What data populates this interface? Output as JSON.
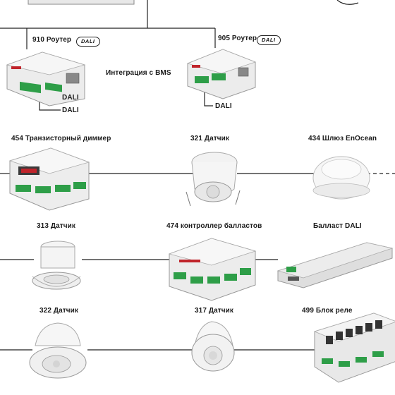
{
  "routers": [
    {
      "name": "910 Роутер",
      "logo": "DALI",
      "outputs": [
        "DALI",
        "DALI"
      ]
    },
    {
      "name": "905 Роутер",
      "logo": "DALI",
      "outputs": [
        "DALI"
      ]
    }
  ],
  "bms_label": "Интеграция с BMS",
  "devices": [
    {
      "label": "454 Транзисторный диммер"
    },
    {
      "label": "321 Датчик"
    },
    {
      "label": "434 Шлюз EnOcean"
    },
    {
      "label": "313 Датчик"
    },
    {
      "label": "474 контроллер балластов"
    },
    {
      "label": "Балласт DALI"
    },
    {
      "label": "322 Датчик"
    },
    {
      "label": "317 Датчик"
    },
    {
      "label": "499 Блок реле"
    }
  ]
}
